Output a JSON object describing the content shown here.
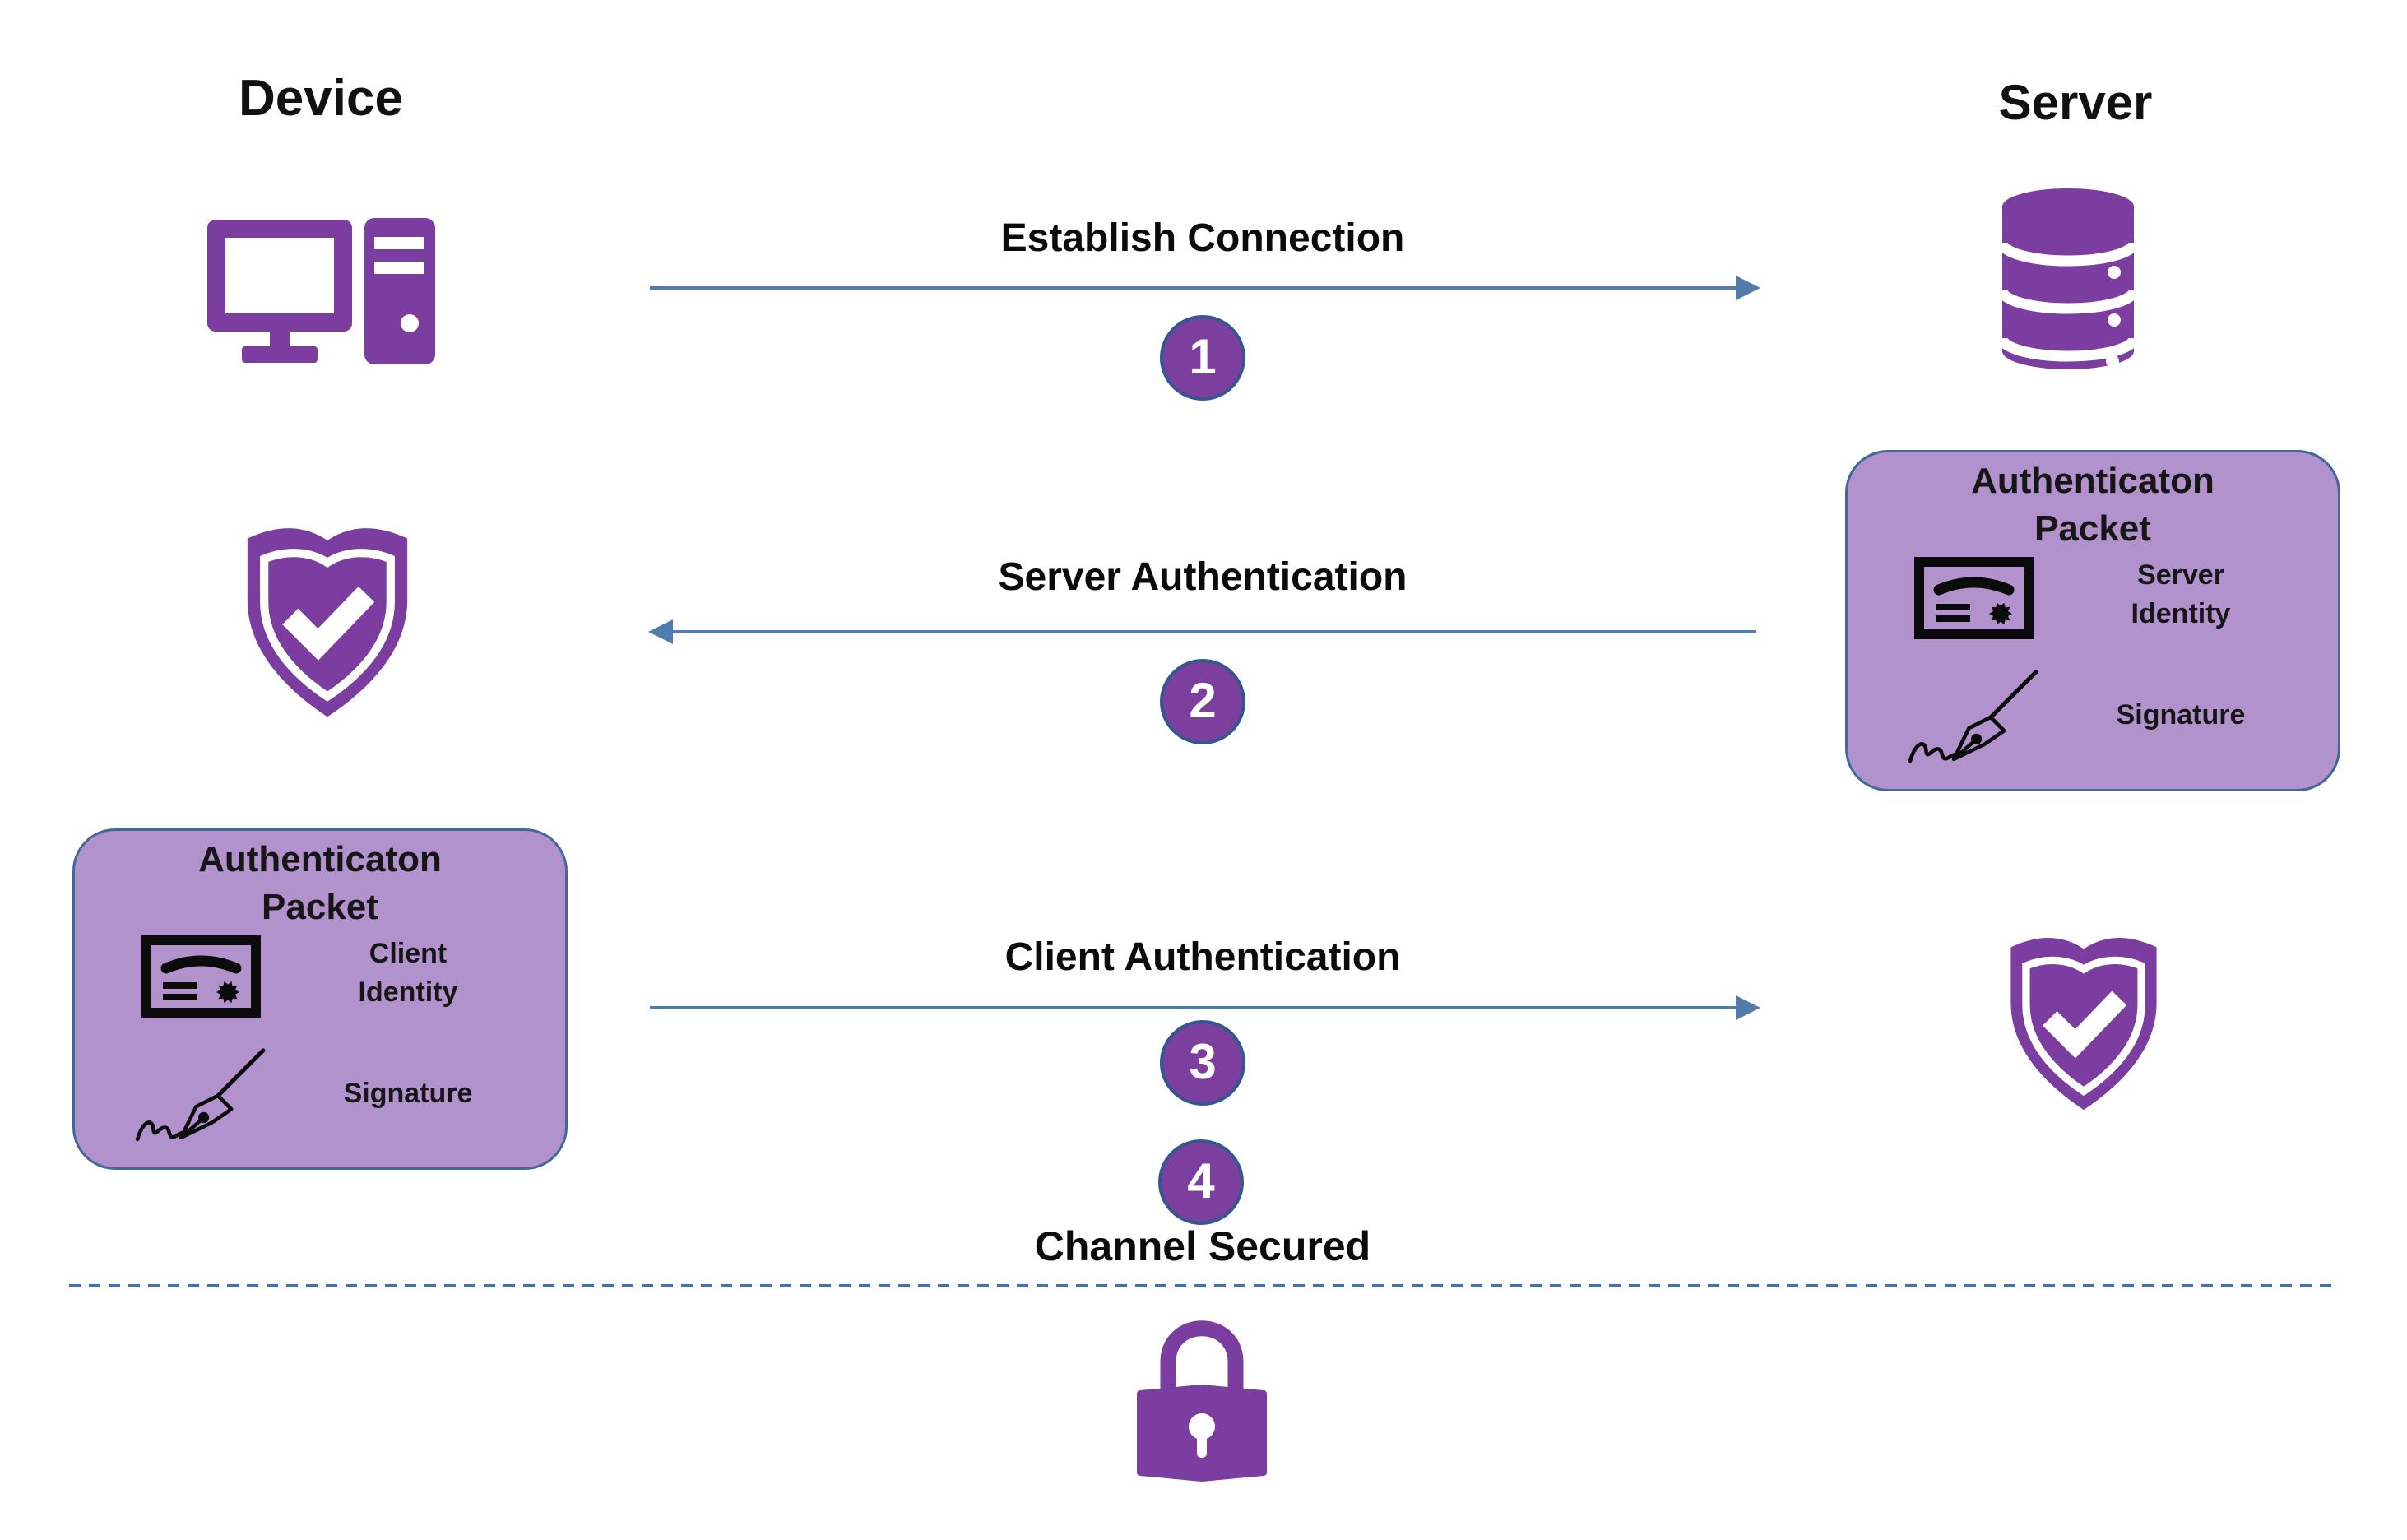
{
  "diagram": {
    "device_label": "Device",
    "server_label": "Server",
    "steps": [
      {
        "num": "1",
        "label": "Establish Connection",
        "direction": "device-to-server"
      },
      {
        "num": "2",
        "label": "Server Authentication",
        "direction": "server-to-device"
      },
      {
        "num": "3",
        "label": "Client Authentication",
        "direction": "device-to-server"
      },
      {
        "num": "4",
        "label": "Channel Secured"
      }
    ],
    "client_packet": {
      "title_line1": "Authenticaton",
      "title_line2": "Packet",
      "identity_line1": "Client",
      "identity_line2": "Identity",
      "signature_label": "Signature"
    },
    "server_packet": {
      "title_line1": "Authenticaton",
      "title_line2": "Packet",
      "identity_line1": "Server",
      "identity_line2": "Identity",
      "signature_label": "Signature"
    },
    "icons": {
      "device": "desktop-computer-icon",
      "server": "database-icon",
      "verified": "shield-check-icon",
      "identity": "certificate-icon",
      "signature": "signature-pen-icon",
      "secure_channel": "padlock-icon"
    },
    "colors": {
      "icon_purple": "#7B3DA0",
      "badge_fill": "#7C3F9D",
      "badge_border": "#35568F",
      "packet_fill": "#B192CC",
      "packet_border": "#44679A",
      "arrow_blue": "#517AAD",
      "dashed_line_blue": "#4470AD",
      "text": "#0B0B0B"
    }
  }
}
